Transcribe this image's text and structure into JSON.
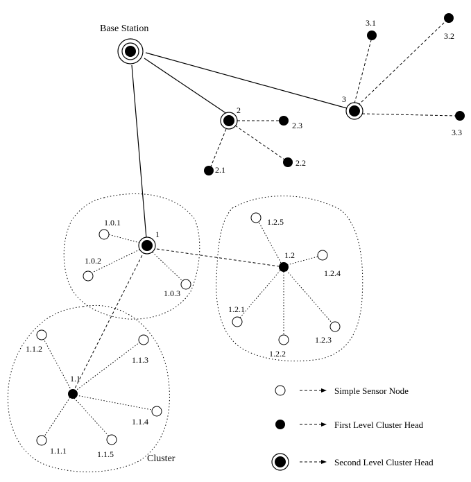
{
  "base_station_title": "Base Station",
  "cluster_label": "Cluster",
  "node_labels": {
    "n3_1": "3.1",
    "n3_2": "3.2",
    "n3": "3",
    "n2": "2",
    "n2_3": "2.3",
    "n3_3": "3.3",
    "n2_1": "2.1",
    "n2_2": "2.2",
    "n1_0_1": "1.0.1",
    "n1": "1",
    "n1_2_5": "1.2.5",
    "n1_0_2": "1.0.2",
    "n1_2": "1.2",
    "n1_2_4": "1.2.4",
    "n1_0_3": "1.0.3",
    "n1_2_1": "1.2.1",
    "n1_2_3": "1.2.3",
    "n1_1_2": "1.1.2",
    "n1_1_3": "1.1.3",
    "n1_2_2": "1.2.2",
    "n1_1": "1.1",
    "n1_1_4": "1.1.4",
    "n1_1_1": "1.1.1",
    "n1_1_5": "1.1.5"
  },
  "legend": {
    "simple": "Simple Sensor Node",
    "first": "First Level Cluster Head",
    "second": "Second Level Cluster Head"
  }
}
